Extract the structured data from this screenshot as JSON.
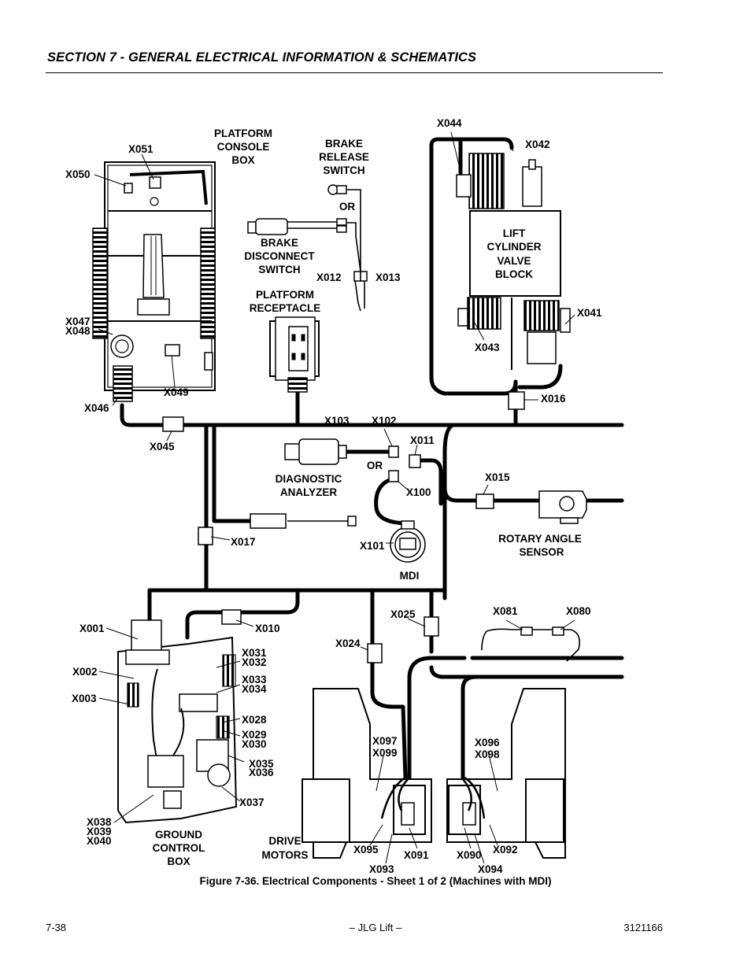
{
  "header": {
    "section_title": "SECTION 7 - GENERAL ELECTRICAL INFORMATION & SCHEMATICS"
  },
  "diagram": {
    "component_labels": {
      "platform_console_box": [
        "PLATFORM",
        "CONSOLE",
        "BOX"
      ],
      "brake_release_switch": [
        "BRAKE",
        "RELEASE",
        "SWITCH"
      ],
      "or_1": "OR",
      "brake_disconnect_switch": [
        "BRAKE",
        "DISCONNECT",
        "SWITCH"
      ],
      "platform_receptacle": [
        "PLATFORM",
        "RECEPTACLE"
      ],
      "lift_cylinder_valve_block": [
        "LIFT",
        "CYLINDER",
        "VALVE",
        "BLOCK"
      ],
      "diagnostic_analyzer": [
        "DIAGNOSTIC",
        "ANALYZER"
      ],
      "or_2": "OR",
      "rotary_angle_sensor": [
        "ROTARY ANGLE",
        "SENSOR"
      ],
      "mdi": "MDI",
      "ground_control_box": [
        "GROUND",
        "CONTROL",
        "BOX"
      ],
      "drive_motors": [
        "DRIVE",
        "MOTORS"
      ]
    },
    "connectors": {
      "X044": "X044",
      "X042": "X042",
      "X051": "X051",
      "X050": "X050",
      "X012": "X012",
      "X013": "X013",
      "X041": "X041",
      "X043": "X043",
      "X047": "X047",
      "X048": "X048",
      "X049": "X049",
      "X046": "X046",
      "X016": "X016",
      "X103": "X103",
      "X102": "X102",
      "X011": "X011",
      "X045": "X045",
      "X015": "X015",
      "X100": "X100",
      "X017": "X017",
      "X101": "X101",
      "X001": "X001",
      "X010": "X010",
      "X025": "X025",
      "X081": "X081",
      "X080": "X080",
      "X024": "X024",
      "X031": "X031",
      "X032": "X032",
      "X002": "X002",
      "X033": "X033",
      "X034": "X034",
      "X003": "X003",
      "X028": "X028",
      "X029": "X029",
      "X030": "X030",
      "X097": "X097",
      "X099": "X099",
      "X096": "X096",
      "X098": "X098",
      "X035": "X035",
      "X036": "X036",
      "X037": "X037",
      "X038": "X038",
      "X039": "X039",
      "X040": "X040",
      "X095": "X095",
      "X091": "X091",
      "X090": "X090",
      "X092": "X092",
      "X093": "X093",
      "X094": "X094"
    }
  },
  "caption": "Figure 7-36.  Electrical Components - Sheet 1 of 2 (Machines with MDI)",
  "footer": {
    "page": "7-38",
    "center": "– JLG Lift –",
    "doc_number": "3121166"
  }
}
